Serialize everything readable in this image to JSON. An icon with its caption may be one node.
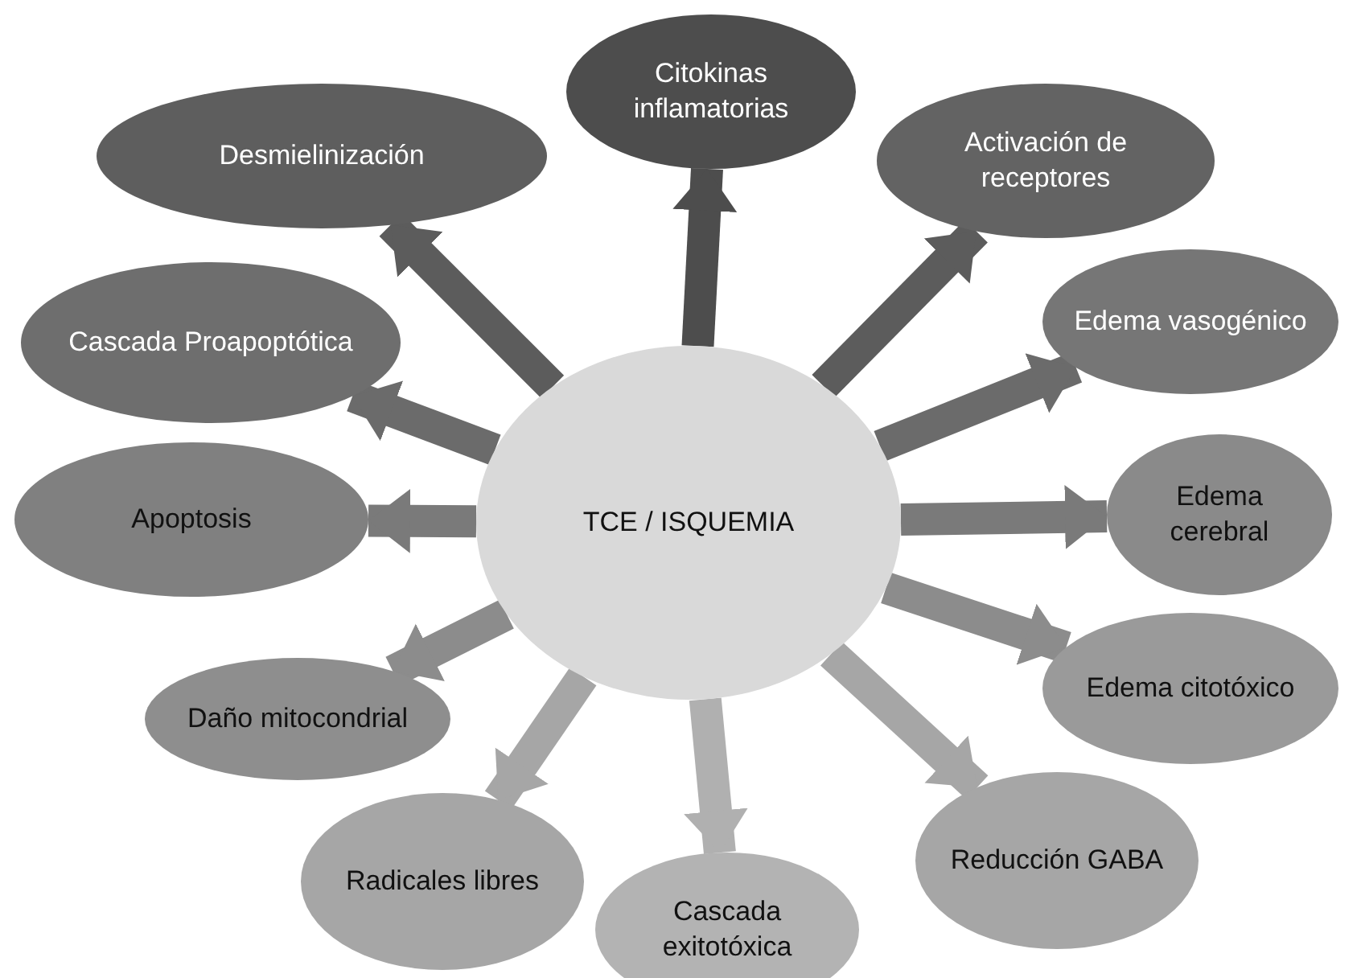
{
  "diagram": {
    "nodes": [
      {
        "text": [
          "TCE / ISQUEMIA"
        ]
      },
      {
        "text": [
          "Citokinas inflamatorias"
        ]
      },
      {
        "text": [
          "Desmielinización"
        ]
      },
      {
        "text": [
          "Activación de receptores"
        ]
      },
      {
        "text": [
          "Cascada Proapoptótica"
        ]
      },
      {
        "text": [
          "Edema vasogénico"
        ]
      },
      {
        "text": [
          "Apoptosis"
        ]
      },
      {
        "text": [
          "Edema cerebral"
        ]
      },
      {
        "text": [
          "Daño mitocondrial"
        ]
      },
      {
        "text": [
          "Edema citotóxico"
        ]
      },
      {
        "text": [
          "Radicales libres"
        ]
      },
      {
        "text": [
          "Cascada exitotóxica"
        ]
      },
      {
        "text": [
          "Reducción GABA"
        ]
      }
    ],
    "edges": [
      {
        "from": 0,
        "to": 1,
        "arrow": "to",
        "color": "#4d4d4d"
      },
      {
        "from": 0,
        "to": 2,
        "arrow": "to",
        "color": "#5c5c5c"
      },
      {
        "from": 0,
        "to": 3,
        "arrow": "to",
        "color": "#5c5c5c"
      },
      {
        "from": 0,
        "to": 4,
        "arrow": "to",
        "color": "#6b6b6b"
      },
      {
        "from": 0,
        "to": 5,
        "arrow": "to",
        "color": "#6b6b6b"
      },
      {
        "from": 0,
        "to": 6,
        "arrow": "to",
        "color": "#7a7a7a"
      },
      {
        "from": 0,
        "to": 7,
        "arrow": "to",
        "color": "#7a7a7a"
      },
      {
        "from": 0,
        "to": 8,
        "arrow": "to",
        "color": "#8c8c8c"
      },
      {
        "from": 0,
        "to": 9,
        "arrow": "to",
        "color": "#8c8c8c"
      },
      {
        "from": 0,
        "to": 10,
        "arrow": "to",
        "color": "#a6a6a6"
      },
      {
        "from": 0,
        "to": 11,
        "arrow": "to",
        "color": "#b0b0b0"
      },
      {
        "from": 0,
        "to": 12,
        "arrow": "to",
        "color": "#a6a6a6"
      }
    ]
  }
}
